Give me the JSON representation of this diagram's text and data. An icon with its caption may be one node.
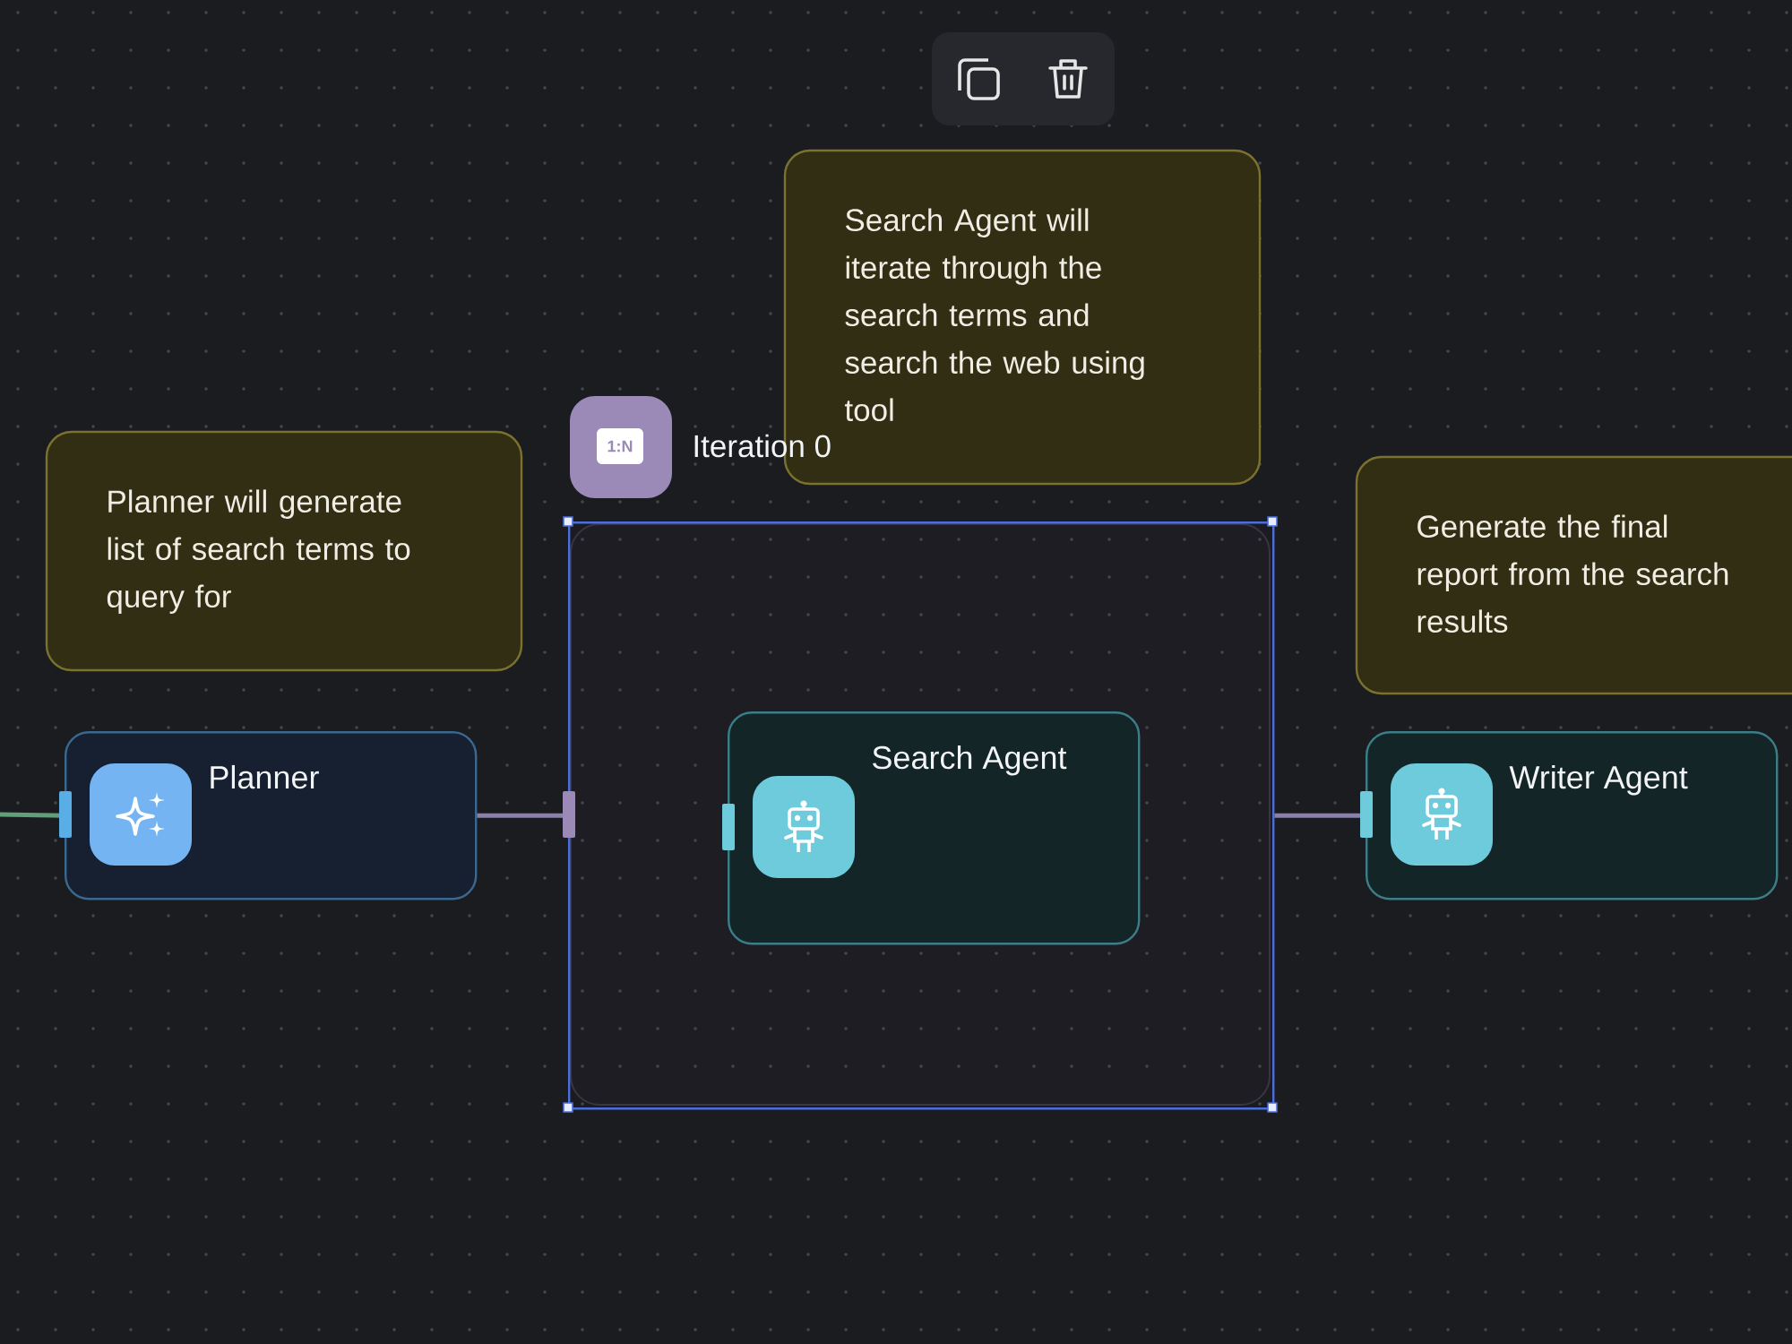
{
  "diagram": {
    "nodes": [
      {
        "text": [
          "Planner will generate list of search terms to query for"
        ]
      },
      {
        "text": [
          "Planner"
        ]
      },
      {
        "text": [
          "Iteration 0"
        ]
      },
      {
        "text": [
          "Search Agent will iterate through the search terms and search the web using tool"
        ]
      },
      {
        "text": [
          "Search Agent"
        ],
        "in": 2
      },
      {
        "text": [
          "Generate the final report from the search results"
        ]
      },
      {
        "text": [
          "Writer Agent"
        ]
      }
    ],
    "edges": [
      {
        "from": null,
        "to": 1,
        "arrow": "none",
        "color": "#5fa07a"
      },
      {
        "from": 1,
        "to": 2,
        "arrow": "none"
      },
      {
        "from": 2,
        "to": 6,
        "arrow": "none"
      }
    ],
    "labels": [
      "1:N"
    ]
  }
}
